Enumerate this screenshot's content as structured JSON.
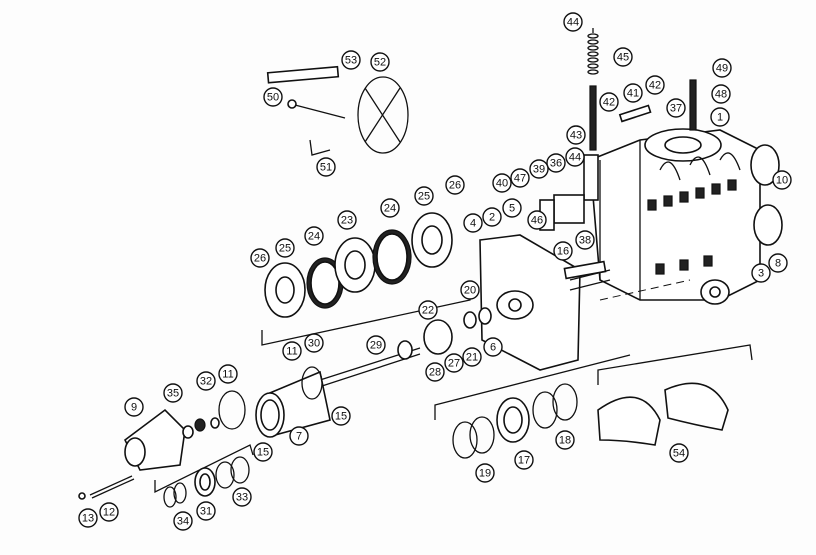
{
  "diagram": {
    "type": "exploded-parts-diagram",
    "callouts": [
      "44",
      "45",
      "49",
      "42",
      "41",
      "48",
      "42",
      "37",
      "1",
      "43",
      "44",
      "36",
      "39",
      "47",
      "40",
      "26",
      "10",
      "46",
      "5",
      "2",
      "4",
      "38",
      "16",
      "8",
      "3",
      "20",
      "22",
      "30",
      "11",
      "29",
      "6",
      "21",
      "27",
      "28",
      "11",
      "32",
      "35",
      "9",
      "15",
      "7",
      "15",
      "19",
      "33",
      "34",
      "31",
      "12",
      "13",
      "53",
      "52",
      "50",
      "51",
      "25",
      "24",
      "23",
      "26",
      "25",
      "24",
      "17",
      "18",
      "54"
    ]
  }
}
